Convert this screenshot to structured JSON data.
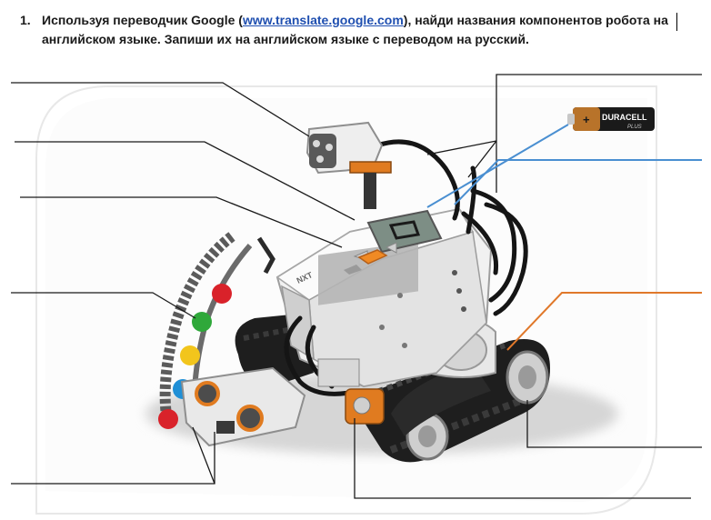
{
  "task": {
    "number": "1.",
    "text_before": "Используя переводчик Google (",
    "link": "www.translate.google.com",
    "text_after": "), найди названия компонентов робота на английском языке. Запиши их на английском языке с переводом на русский."
  },
  "battery": {
    "plus": "+",
    "brand": "DURACELL",
    "sub": "PLUS"
  },
  "robot": {
    "brick_label": "NXT"
  },
  "colors": {
    "line_black": "#1a1a1a",
    "line_blue": "#4a8fd1",
    "line_orange": "#e0782a",
    "brick_white": "#f1f1f1",
    "brick_gray": "#b9b9b9",
    "track_black": "#202020",
    "accent_orange": "#f08a24"
  }
}
